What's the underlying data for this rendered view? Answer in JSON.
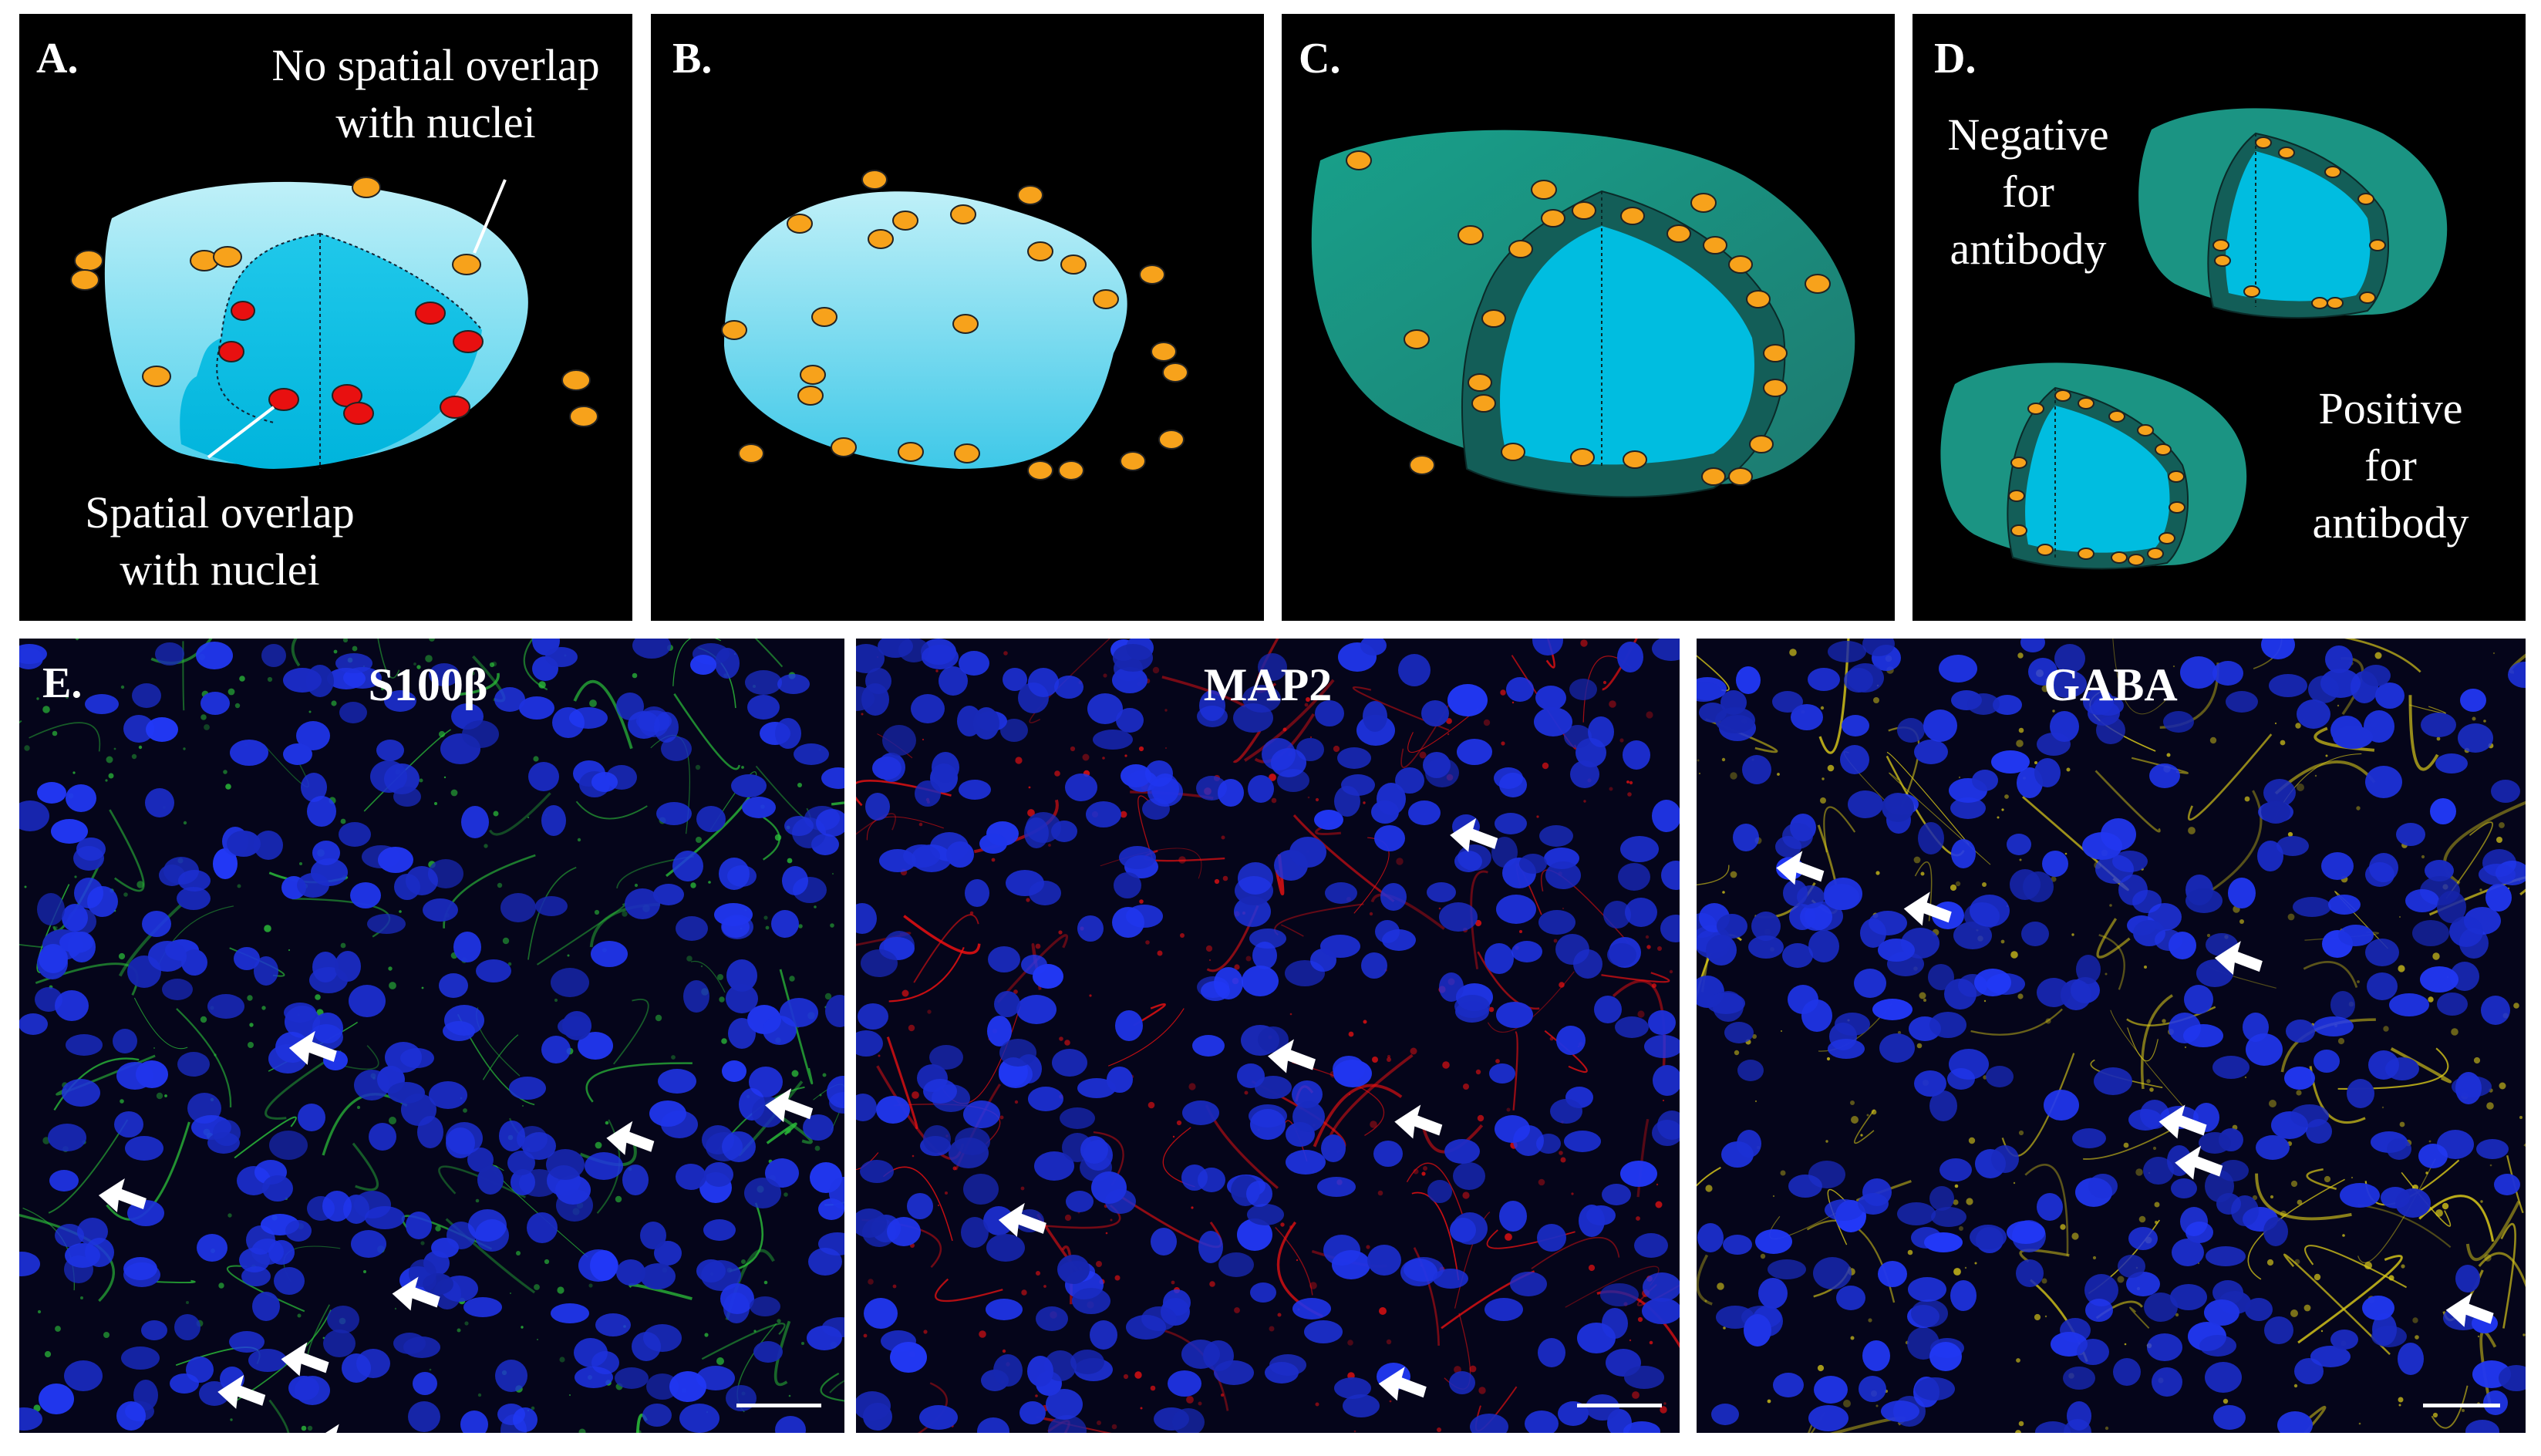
{
  "panels": {
    "a": {
      "label": "A.",
      "annotation_top": [
        "No spatial overlap",
        "with nuclei"
      ],
      "annotation_bottom": [
        "Spatial overlap",
        "with nuclei"
      ]
    },
    "b": {
      "label": "B."
    },
    "c": {
      "label": "C."
    },
    "d": {
      "label": "D.",
      "annotation_negative": [
        "Negative",
        "for",
        "antibody"
      ],
      "annotation_positive": [
        "Positive",
        "for",
        "antibody"
      ]
    },
    "e": {
      "label": "E.",
      "stains": [
        "S100β",
        "MAP2",
        "GABA"
      ]
    }
  },
  "colors": {
    "background": "#000000",
    "cell_light": "#8fe0f0",
    "cell_core": "#00bde0",
    "cell_shell": "#1e9c8c",
    "nucleus_out": "#f7a21b",
    "nucleus_overlap": "#e81010",
    "stain_s100b": "#2cc23a",
    "stain_map2": "#ee1111",
    "stain_gaba": "#d8c81a",
    "dapi": "#1830e0"
  },
  "icons": [
    "arrow-icon",
    "scale-bar"
  ]
}
